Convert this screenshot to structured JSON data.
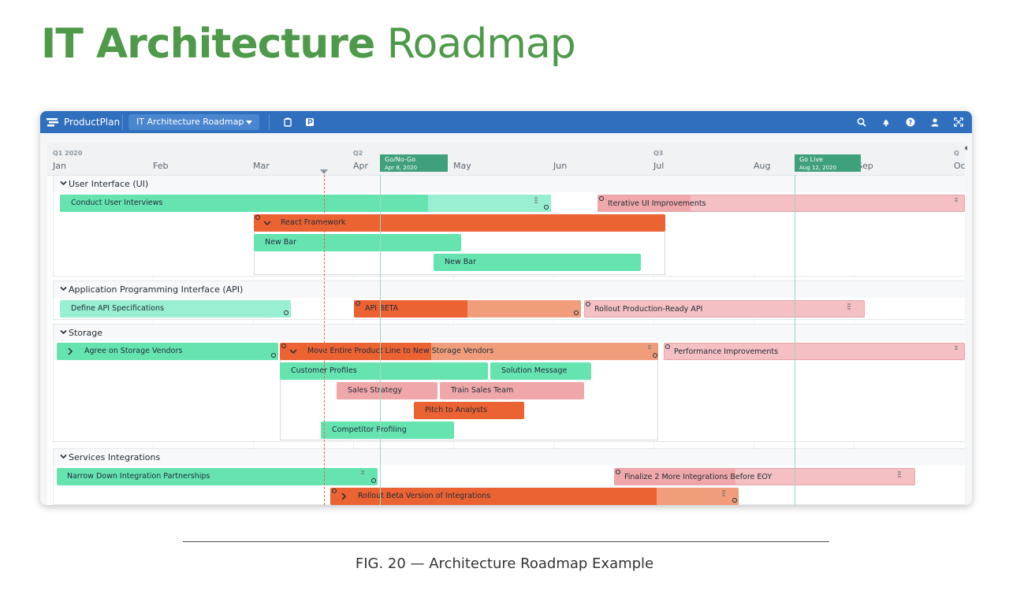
{
  "page": {
    "title_bold": "IT Architecture",
    "title_light": "Roadmap",
    "caption": "FIG. 20 — Architecture Roadmap Example"
  },
  "app": {
    "brand": "ProductPlan",
    "roadmap_name": "IT Architecture Roadmap",
    "icons": [
      "clipboard-icon",
      "p-badge-icon",
      "search-icon",
      "bell-icon",
      "help-icon",
      "user-icon",
      "expand-icon"
    ],
    "colors": {
      "topbar": "#2f6fbe",
      "green": "#66e4b0",
      "orange": "#eb6233",
      "pink": "#f0a7aa",
      "milestone": "#3fa07c"
    }
  },
  "timeline": {
    "quarters": [
      "Q1 2020",
      "Q2",
      "Q3",
      "Q"
    ],
    "months": [
      "Jan",
      "Feb",
      "Mar",
      "Apr",
      "May",
      "Jun",
      "Jul",
      "Aug",
      "Sep",
      "Oc"
    ],
    "milestones": [
      {
        "name": "Go/No-Go",
        "date": "Apr 8, 2020"
      },
      {
        "name": "Go Live",
        "date": "Aug 12, 2020"
      }
    ]
  },
  "lanes": [
    {
      "title": "User Interface (UI)",
      "bars": [
        "Conduct User Interviews",
        "Iterative UI Improvements",
        "React Framework",
        "New Bar",
        "New Bar"
      ]
    },
    {
      "title": "Application Programming Interface (API)",
      "bars": [
        "Define API Specifications",
        "API BETA",
        "Rollout Production-Ready API"
      ]
    },
    {
      "title": "Storage",
      "bars": [
        "Agree on Storage Vendors",
        "Move Entire Product Line to New Storage Vendors",
        "Performance Improvements",
        "Customer Profiles",
        "Solution Message",
        "Sales Strategy",
        "Train Sales Team",
        "Pitch to Analysts",
        "Competitor Profiling"
      ]
    },
    {
      "title": "Services Integrations",
      "bars": [
        "Narrow Down Integration Partnerships",
        "Finalize 2 More Integrations Before EOY",
        "Rollout Beta Version of Integrations"
      ]
    }
  ]
}
